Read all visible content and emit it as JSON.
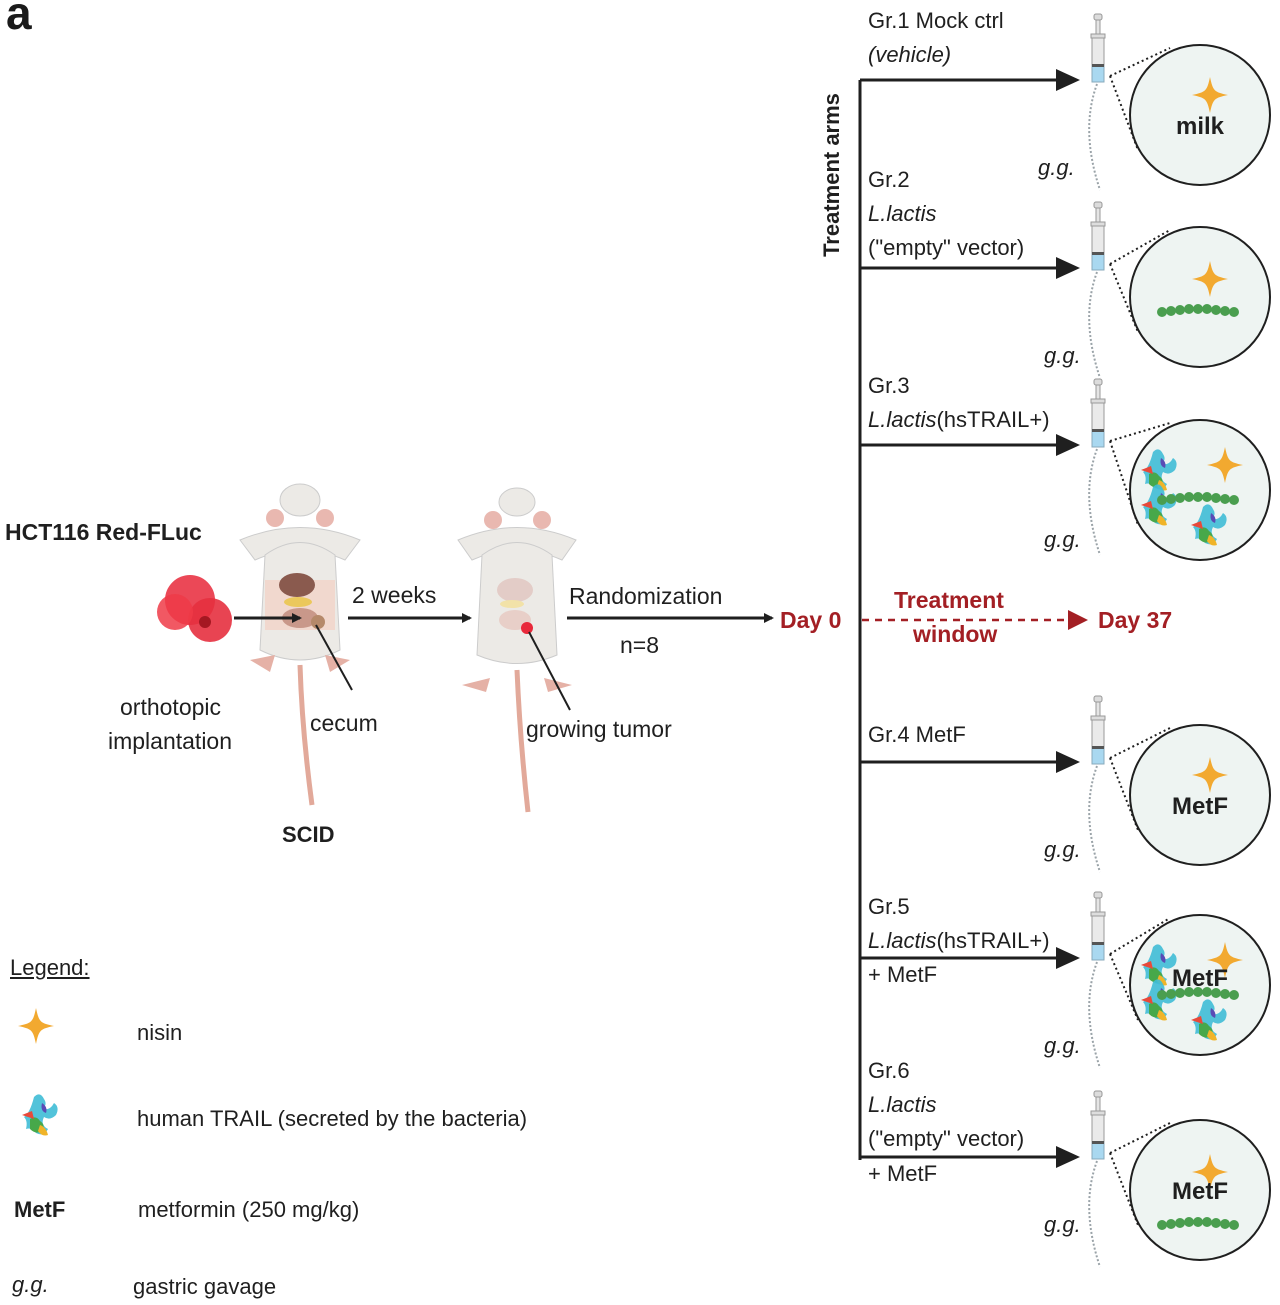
{
  "panel_letter": "a",
  "setup": {
    "cell_line": "HCT116 Red-FLuc",
    "implant_label_line1": "orthotopic",
    "implant_label_line2": "implantation",
    "cecum_label": "cecum",
    "mouse_strain": "SCID",
    "interval_label": "2 weeks",
    "tumor_label": "growing tumor",
    "randomization_label": "Randomization",
    "n_label": "n=8"
  },
  "timeline": {
    "start": "Day 0",
    "window_line1": "Treatment",
    "window_line2": "window",
    "end": "Day 37",
    "color": "#a31f24"
  },
  "treatment_axis_label": "Treatment arms",
  "arms": [
    {
      "group": "Gr.1 Mock ctrl",
      "line2": "(vehicle)",
      "line3": "",
      "line4": "",
      "route": "g.g.",
      "circle_text": "milk",
      "contents": [
        "nisin"
      ]
    },
    {
      "group": "Gr.2",
      "line2": "L.lactis",
      "line3": "(\"empty\" vector)",
      "line4": "",
      "route": "g.g.",
      "circle_text": "",
      "contents": [
        "nisin",
        "bacteria"
      ]
    },
    {
      "group": "Gr.3",
      "line2": "L.lactis",
      "line2_suffix": "(hsTRAIL+)",
      "line3": "",
      "line4": "",
      "route": "g.g.",
      "circle_text": "",
      "contents": [
        "TRAIL",
        "nisin",
        "bacteria"
      ]
    },
    {
      "group": "Gr.4 MetF",
      "line2": "",
      "line3": "",
      "line4": "",
      "route": "g.g.",
      "circle_text": "MetF",
      "contents": [
        "nisin"
      ]
    },
    {
      "group": "Gr.5",
      "line2": "L.lactis",
      "line2_suffix": "(hsTRAIL+)",
      "line3": "+ MetF",
      "line4": "",
      "route": "g.g.",
      "circle_text": "MetF",
      "contents": [
        "TRAIL",
        "nisin",
        "bacteria"
      ]
    },
    {
      "group": "Gr.6",
      "line2": "L.lactis",
      "line3": "(\"empty\" vector)",
      "line4": "+ MetF",
      "route": "g.g.",
      "circle_text": "MetF",
      "contents": [
        "nisin",
        "bacteria"
      ]
    }
  ],
  "legend": {
    "title": "Legend:",
    "items": [
      {
        "icon": "nisin-star-icon",
        "symbol": "",
        "label": "nisin"
      },
      {
        "icon": "trail-protein-icon",
        "symbol": "",
        "label": "human TRAIL (secreted by the bacteria)"
      },
      {
        "icon": "metf-text",
        "symbol": "MetF",
        "label": "metformin (250 mg/kg)"
      },
      {
        "icon": "gg-text",
        "symbol": "g.g.",
        "label": "gastric gavage"
      }
    ]
  },
  "colors": {
    "nisin": "#f2a930",
    "bacteria": "#4a9e4f",
    "circle_fill": "#eef4f2",
    "tumor": "#e8283a",
    "timeline_red": "#a31f24"
  }
}
